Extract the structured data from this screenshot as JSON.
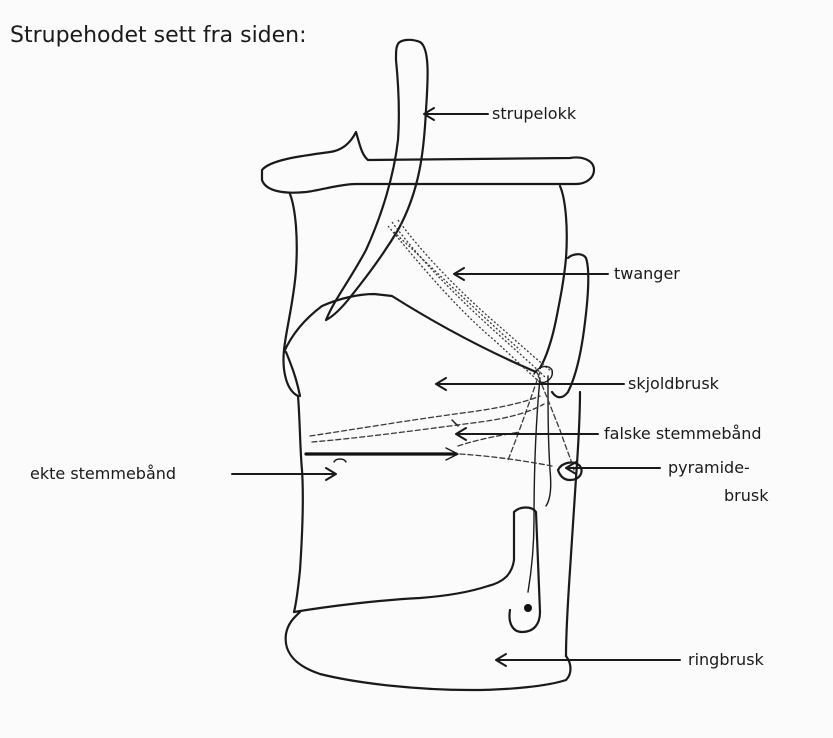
{
  "title": "Strupehodet sett fra siden:",
  "labels": {
    "strupelokk": "strupelokk",
    "twanger": "twanger",
    "skjoldbrusk": "skjoldbrusk",
    "falske_stemmebaand": "falske stemmebånd",
    "ekte_stemmebaand": "ekte stemmebånd",
    "pyramide_1": "pyramide-",
    "pyramide_2": "brusk",
    "ringbrusk": "ringbrusk"
  }
}
